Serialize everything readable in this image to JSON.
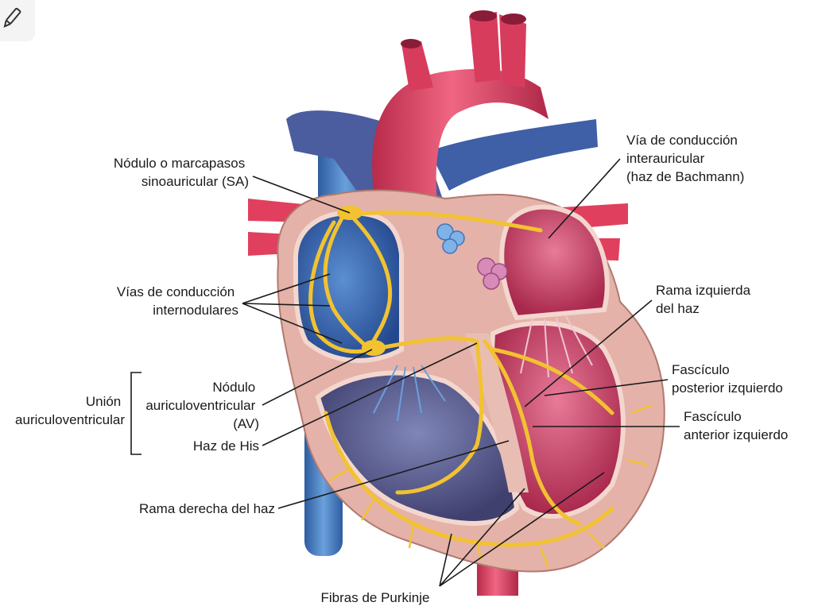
{
  "toolbar": {
    "icon": "edit-pen-icon"
  },
  "colors": {
    "artery": "#e0405e",
    "artery_dark": "#a82040",
    "vein": "#3f73b8",
    "vein_light": "#7fb2e6",
    "chamber_right": "#2f5fa8",
    "chamber_left": "#c04368",
    "muscle": "#e6b3aa",
    "conduction": "#f2c230",
    "label_text": "#1a1a1a"
  },
  "labels": {
    "sa_node_line1": "Nódulo o marcapasos",
    "sa_node_line2": "sinoauricular (SA)",
    "internodal_line1": "Vías de conducción",
    "internodal_line2": "internodulares",
    "av_junction_line1": "Unión",
    "av_junction_line2": "auriculoventricular",
    "av_node_line1": "Nódulo",
    "av_node_line2": "auriculoventricular",
    "av_node_line3": "(AV)",
    "his_bundle": "Haz de His",
    "right_bundle": "Rama derecha del haz",
    "purkinje": "Fibras de Purkinje",
    "bachmann_line1": "Vía de conducción",
    "bachmann_line2": "interauricular",
    "bachmann_line3": "(haz de Bachmann)",
    "left_bundle_line1": "Rama izquierda",
    "left_bundle_line2": "del haz",
    "post_fascicle_line1": "Fascículo",
    "post_fascicle_line2": "posterior izquierdo",
    "ant_fascicle_line1": "Fascículo",
    "ant_fascicle_line2": "anterior izquierdo"
  }
}
